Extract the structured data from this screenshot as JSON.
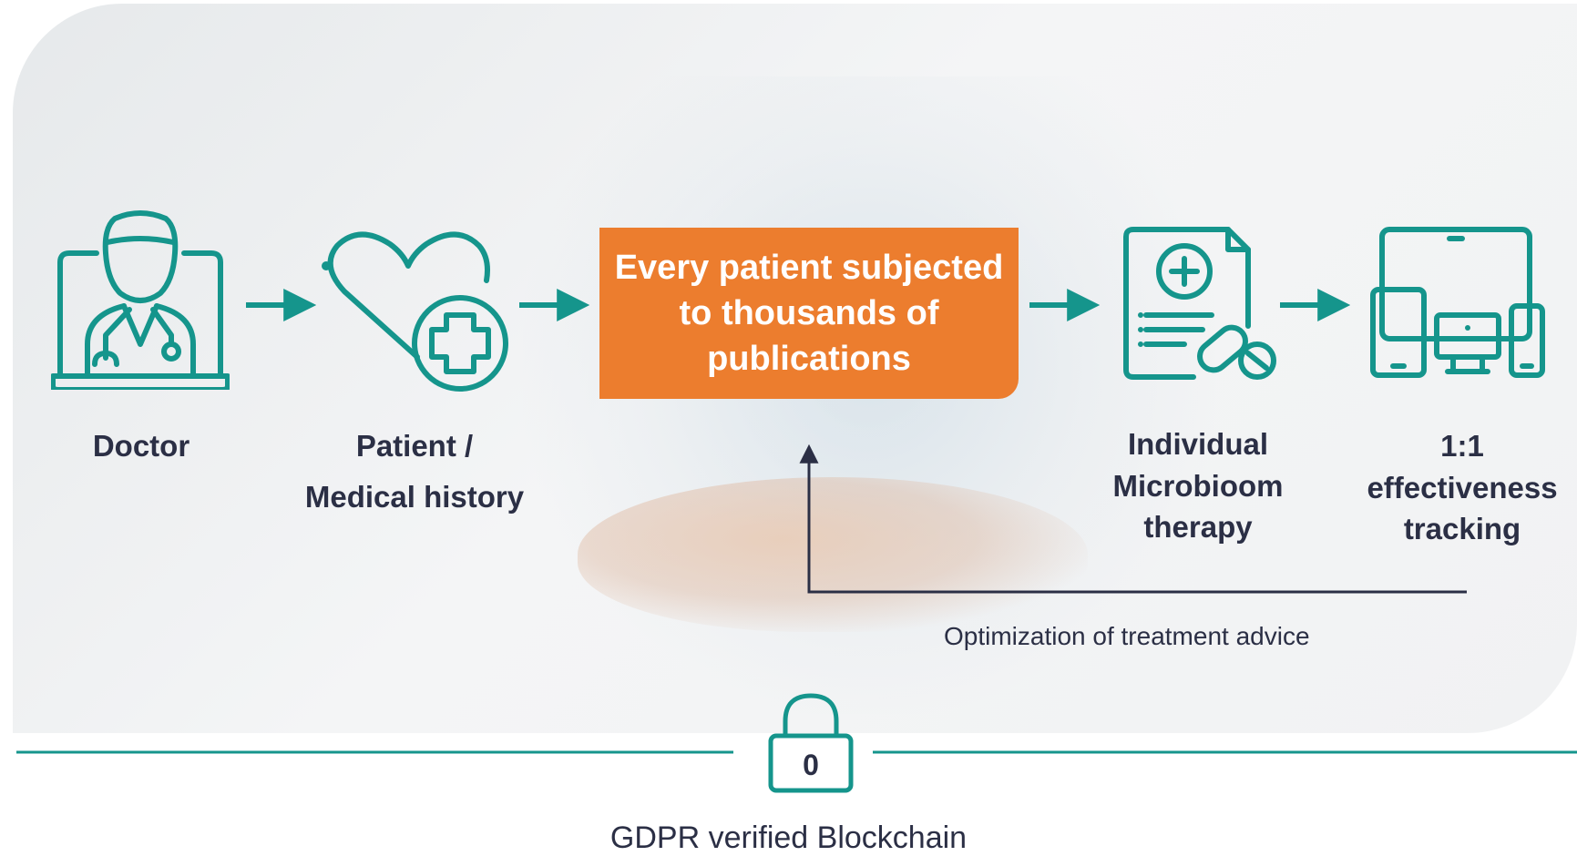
{
  "nodes": {
    "doctor": {
      "label": "Doctor"
    },
    "patient": {
      "label_line1": "Patient /",
      "label_line2": "Medical history"
    },
    "center": {
      "text": "Every patient subjected to thousands of publications"
    },
    "therapy": {
      "label_line1": "Individual",
      "label_line2": "Microbioom",
      "label_line3": "therapy"
    },
    "tracking": {
      "label_line1": "1:1",
      "label_line2": "effectiveness",
      "label_line3": "tracking"
    }
  },
  "feedback": {
    "label": "Optimization of treatment advice"
  },
  "blockchain": {
    "lock_digit": "0",
    "label": "GDPR verified Blockchain"
  },
  "colors": {
    "teal": "#15958c",
    "orange": "#ec7d2e",
    "navy": "#2b2f45"
  }
}
